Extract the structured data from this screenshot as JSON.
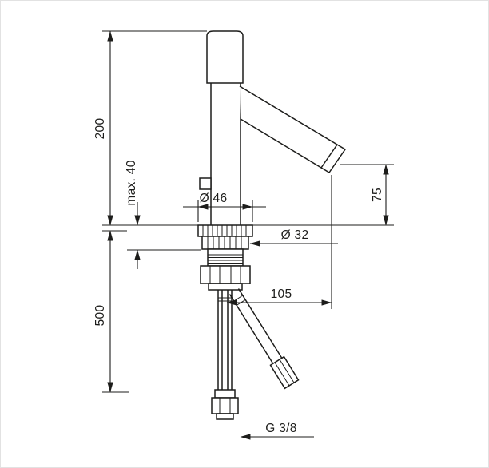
{
  "labels": {
    "total_height": "200",
    "max_mounting_thickness": "max. 40",
    "base_diameter": "Ø 46",
    "shank_diameter": "Ø 32",
    "spout_height": "75",
    "spout_reach": "105",
    "hose_length": "500",
    "connection_thread": "G 3/8"
  },
  "theme": {
    "line_color": "#1d1d1b",
    "background": "#ffffff"
  }
}
